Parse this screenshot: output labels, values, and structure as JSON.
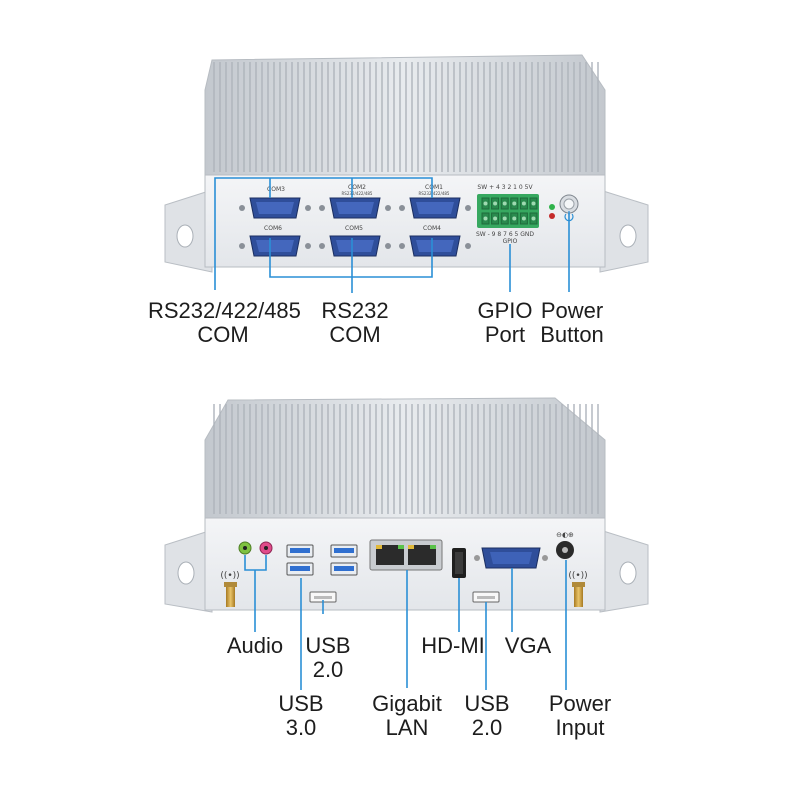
{
  "top_unit": {
    "port_labels": {
      "com3": "COM3",
      "com2": "COM2",
      "com2_sub": "RS232/422/485",
      "com1": "COM1",
      "com1_sub": "RS232/422/485",
      "com6": "COM6",
      "com5": "COM5",
      "com4": "COM4",
      "gpio_top_pins": "SW + 4 3 2 1 0 5V",
      "gpio_bottom_pins": "SW - 9 8 7 6 5 GND",
      "gpio_name": "GPIO"
    },
    "callouts": {
      "rs_com": {
        "line1": "RS232/422/485",
        "line2": "COM"
      },
      "rs232_com": {
        "line1": "RS232",
        "line2": "COM"
      },
      "gpio": {
        "line1": "GPIO",
        "line2": "Port"
      },
      "power_button": {
        "line1": "Power",
        "line2": "Button"
      }
    }
  },
  "bottom_unit": {
    "callouts": {
      "audio": {
        "line1": "Audio"
      },
      "usb20_left": {
        "line1": "USB",
        "line2": "2.0"
      },
      "usb30": {
        "line1": "USB",
        "line2": "3.0"
      },
      "gigabit_lan": {
        "line1": "Gigabit",
        "line2": "LAN"
      },
      "hdmi": {
        "line1": "HD-MI"
      },
      "usb20_right": {
        "line1": "USB",
        "line2": "2.0"
      },
      "vga": {
        "line1": "VGA"
      },
      "power_input": {
        "line1": "Power",
        "line2": "Input"
      }
    }
  },
  "colors": {
    "callout_line": "#2a8fd6",
    "chassis": "#e9ecef",
    "fins": "#c9ced4",
    "db9_blue": "#2f4e9a",
    "gpio_green": "#3bb36a",
    "usb3_blue": "#2f6fd0",
    "audio_green": "#7fc241",
    "audio_pink": "#e04b8a"
  }
}
